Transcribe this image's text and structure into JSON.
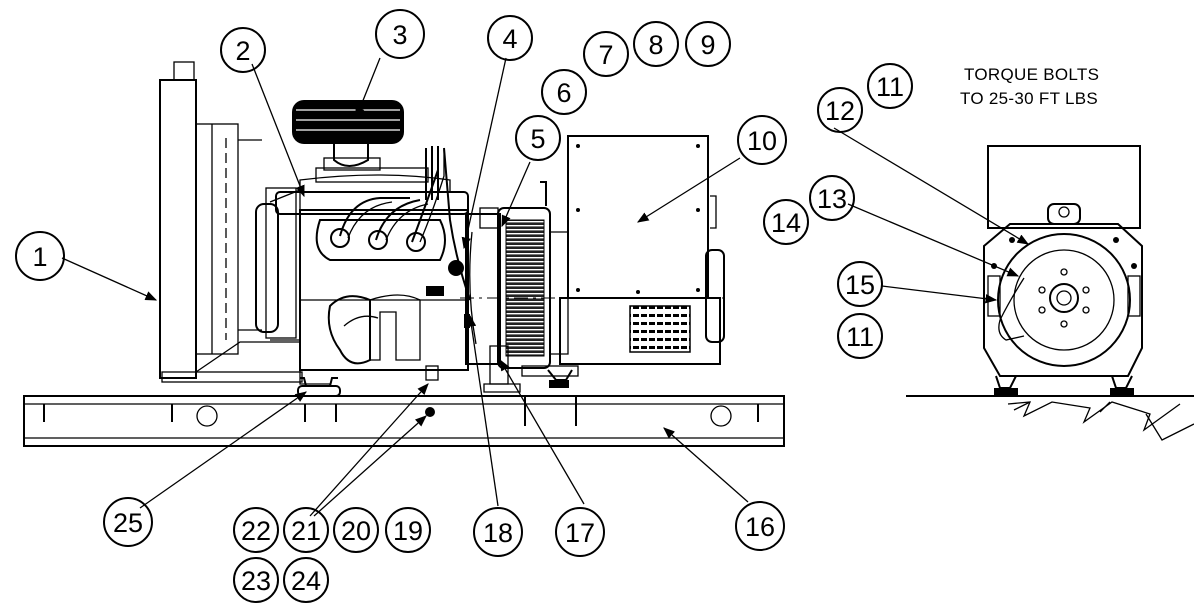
{
  "note": {
    "line1": "TORQUE BOLTS",
    "line2": "TO 25-30 FT LBS"
  },
  "callouts": {
    "c1": "1",
    "c2": "2",
    "c3": "3",
    "c4": "4",
    "c5": "5",
    "c6": "6",
    "c7": "7",
    "c8": "8",
    "c9": "9",
    "c10": "10",
    "c11a": "11",
    "c11b": "11",
    "c12": "12",
    "c13": "13",
    "c14": "14",
    "c15": "15",
    "c16": "16",
    "c17": "17",
    "c18": "18",
    "c19": "19",
    "c20": "20",
    "c21": "21",
    "c22": "22",
    "c23": "23",
    "c24": "24",
    "c25": "25"
  },
  "colors": {
    "ink": "#000000",
    "paper": "#ffffff"
  }
}
